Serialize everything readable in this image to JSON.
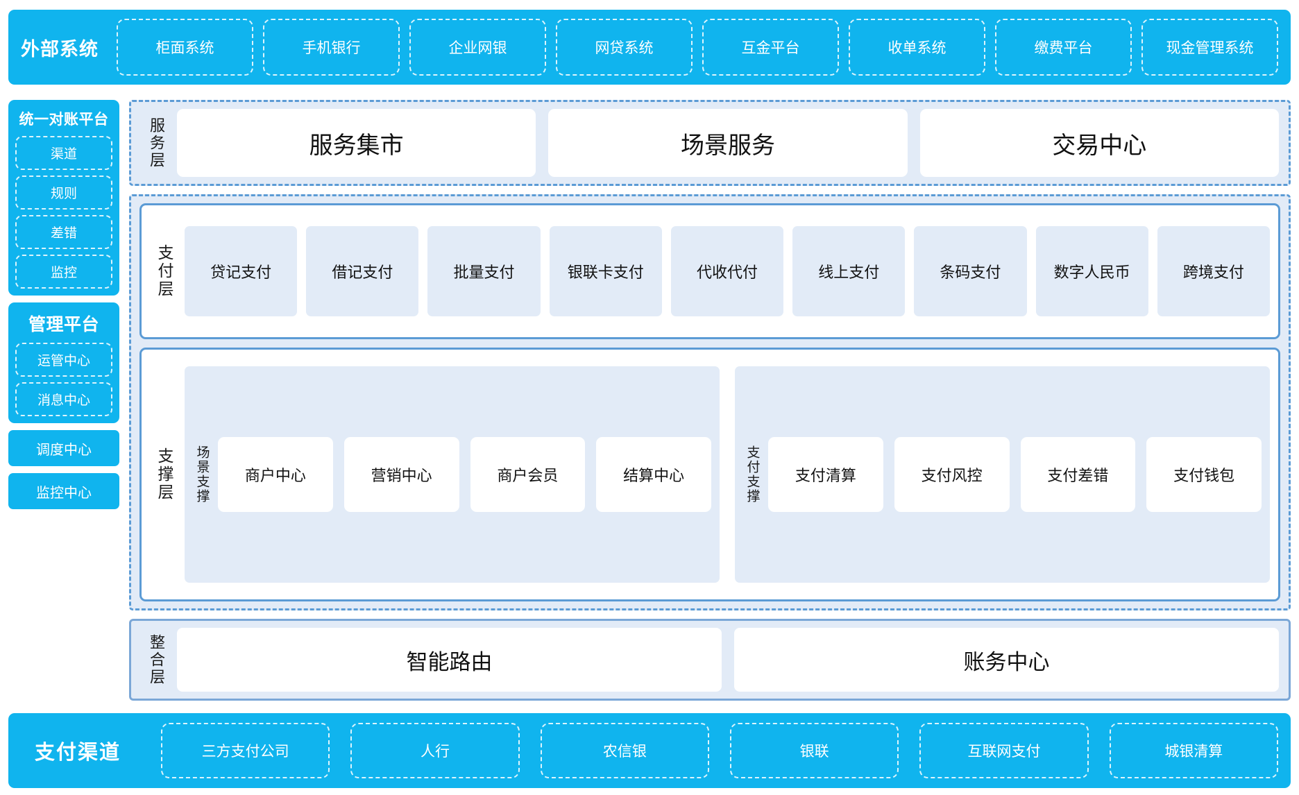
{
  "external": {
    "title": "外部系统",
    "items": [
      "柜面系统",
      "手机银行",
      "企业网银",
      "网贷系统",
      "互金平台",
      "收单系统",
      "缴费平台",
      "现金管理系统"
    ]
  },
  "sidebar": {
    "recon": {
      "title": "统一对账平台",
      "items": [
        "渠道",
        "规则",
        "差错",
        "监控"
      ]
    },
    "manage": {
      "title": "管理平台",
      "items": [
        "运管中心",
        "消息中心"
      ]
    },
    "standalone": [
      "调度中心",
      "监控中心"
    ]
  },
  "service_layer": {
    "label": "服务层",
    "cards": [
      "服务集市",
      "场景服务",
      "交易中心"
    ]
  },
  "pay_layer": {
    "label": "支付层",
    "cards": [
      "贷记支付",
      "借记支付",
      "批量支付",
      "银联卡支付",
      "代收代付",
      "线上支付",
      "条码支付",
      "数字人民币",
      "跨境支付"
    ]
  },
  "support_layer": {
    "label": "支撑层",
    "groups": [
      {
        "label": "场景支撑",
        "cards": [
          "商户中心",
          "营销中心",
          "商户会员",
          "结算中心"
        ]
      },
      {
        "label": "支付支撑",
        "cards": [
          "支付清算",
          "支付风控",
          "支付差错",
          "支付钱包"
        ]
      }
    ]
  },
  "integration_layer": {
    "label": "整合层",
    "cards": [
      "智能路由",
      "账务中心"
    ]
  },
  "channel": {
    "title": "支付渠道",
    "items": [
      "三方支付公司",
      "人行",
      "农信银",
      "银联",
      "互联网支付",
      "城银清算"
    ]
  },
  "colors": {
    "cyan": "#10b4ee",
    "panel_blue": "#e2ebf7",
    "border_blue": "#5b9bd5",
    "white": "#ffffff"
  }
}
